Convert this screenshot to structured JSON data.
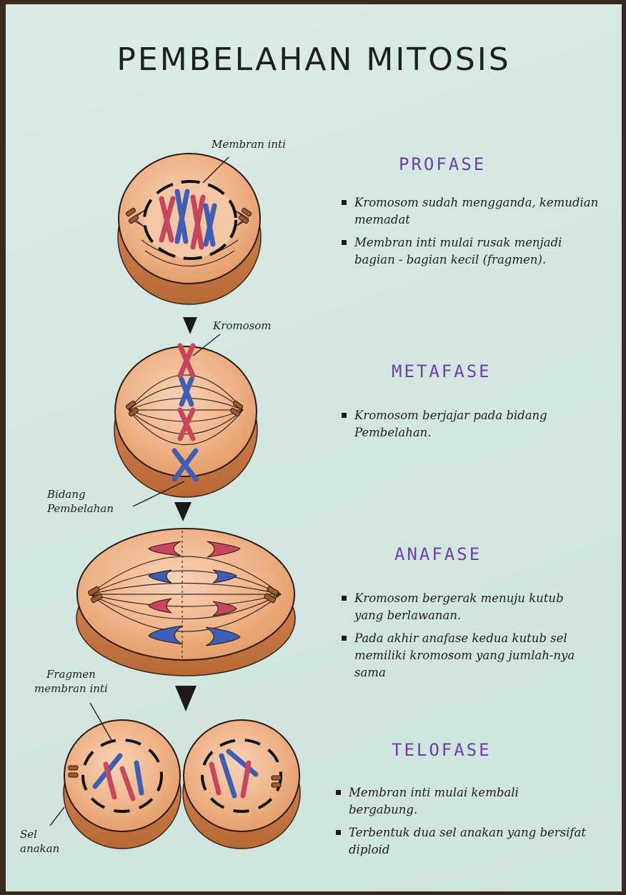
{
  "title": "PEMBELAHAN  MITOSIS",
  "phases": [
    {
      "name": "PROFASE",
      "bullets": [
        "Kromosom sudah mengganda, kemudian memadat",
        "Membran inti mulai rusak menjadi bagian - bagian kecil (fragmen)."
      ]
    },
    {
      "name": "METAFASE",
      "bullets": [
        "Kromosom berjajar pada bidang Pembelahan."
      ]
    },
    {
      "name": "ANAFASE",
      "bullets": [
        "Kromosom bergerak menuju kutub yang berlawanan.",
        "Pada akhir anafase kedua kutub sel memiliki kromosom yang jumlah-nya sama"
      ]
    },
    {
      "name": "TELOFASE",
      "bullets": [
        "Membran inti mulai kembali bergabung.",
        "Terbentuk dua sel anakan yang bersifat diploid"
      ]
    }
  ],
  "labels": {
    "membran_inti": "Membran inti",
    "kromosom": "Kromosom",
    "bidang_pembelahan": "Bidang\nPembelahan",
    "fragmen_membran_inti": "Fragmen\nmembran inti",
    "sel_anakan": "Sel\nanakan"
  },
  "colors": {
    "paper": "#d3e6e2",
    "cell_fill": "#eeae80",
    "cell_base": "#c97b45",
    "chromosome_red": "#c8455e",
    "chromosome_blue": "#3c5fb5",
    "phase_title": "#6d3fa8",
    "ink": "#1f1f1f"
  }
}
